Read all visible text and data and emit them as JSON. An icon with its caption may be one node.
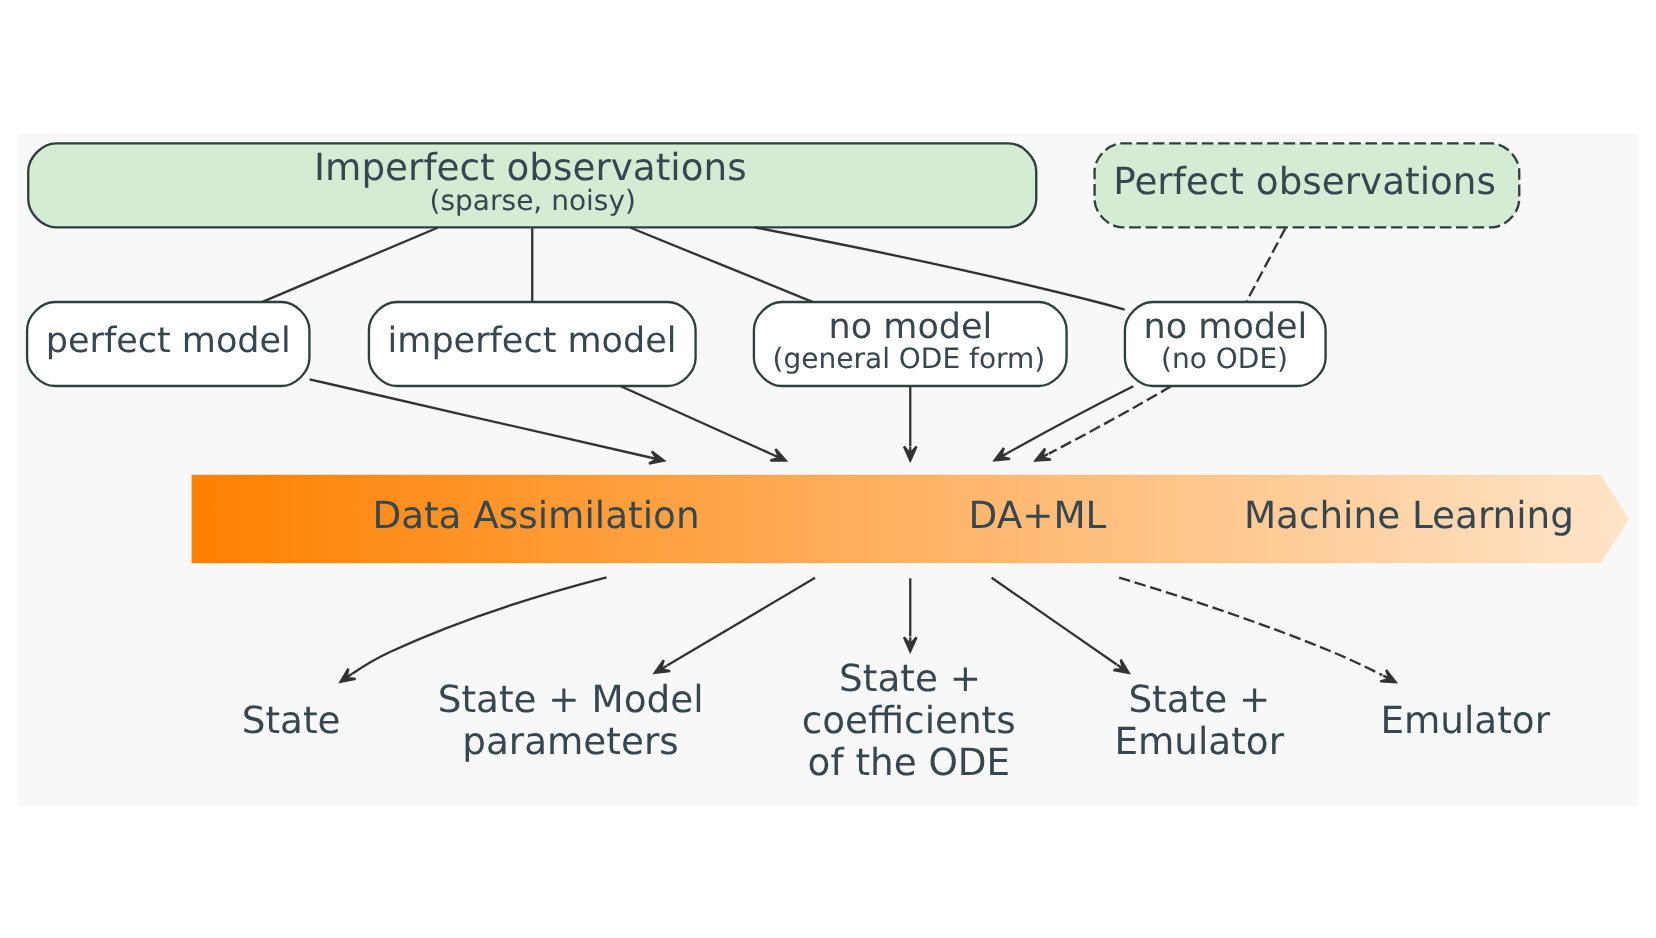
{
  "diagram": {
    "nodes": [
      {
        "text": [
          "Imperfect observations",
          "(sparse, noisy)"
        ]
      },
      {
        "text": [
          "Perfect observations"
        ]
      },
      {
        "text": [
          "perfect model"
        ]
      },
      {
        "text": [
          "imperfect model"
        ]
      },
      {
        "text": [
          "no model",
          "(general ODE form)"
        ]
      },
      {
        "text": [
          "no model",
          "(no ODE)"
        ]
      },
      {
        "text": [
          "Data Assimilation",
          "DA+ML",
          "Machine Learning"
        ]
      },
      {
        "text": [
          "State"
        ]
      },
      {
        "text": [
          "State + Model parameters"
        ]
      },
      {
        "text": [
          "State + coefficients of the ODE"
        ]
      },
      {
        "text": [
          "State + Emulator"
        ]
      },
      {
        "text": [
          "Emulator"
        ]
      }
    ],
    "edges": [
      {
        "from": 0,
        "to": 2,
        "arrow": "none"
      },
      {
        "from": 2,
        "to": 6,
        "arrow": "to"
      },
      {
        "from": 0,
        "to": 3,
        "arrow": "none"
      },
      {
        "from": 3,
        "to": 6,
        "arrow": "to"
      },
      {
        "from": 0,
        "to": 4,
        "arrow": "none"
      },
      {
        "from": 4,
        "to": 6,
        "arrow": "to"
      },
      {
        "from": 0,
        "to": 5,
        "arrow": "none"
      },
      {
        "from": 5,
        "to": 6,
        "arrow": "to"
      },
      {
        "from": 1,
        "to": 5,
        "arrow": "none",
        "style": "dashed"
      },
      {
        "from": 5,
        "to": 6,
        "arrow": "to",
        "style": "dashed"
      },
      {
        "from": 6,
        "to": 7,
        "arrow": "to"
      },
      {
        "from": 6,
        "to": 8,
        "arrow": "to"
      },
      {
        "from": 6,
        "to": 9,
        "arrow": "to"
      },
      {
        "from": 6,
        "to": 10,
        "arrow": "to"
      },
      {
        "from": 6,
        "to": 11,
        "arrow": "to",
        "style": "dashed"
      }
    ]
  }
}
